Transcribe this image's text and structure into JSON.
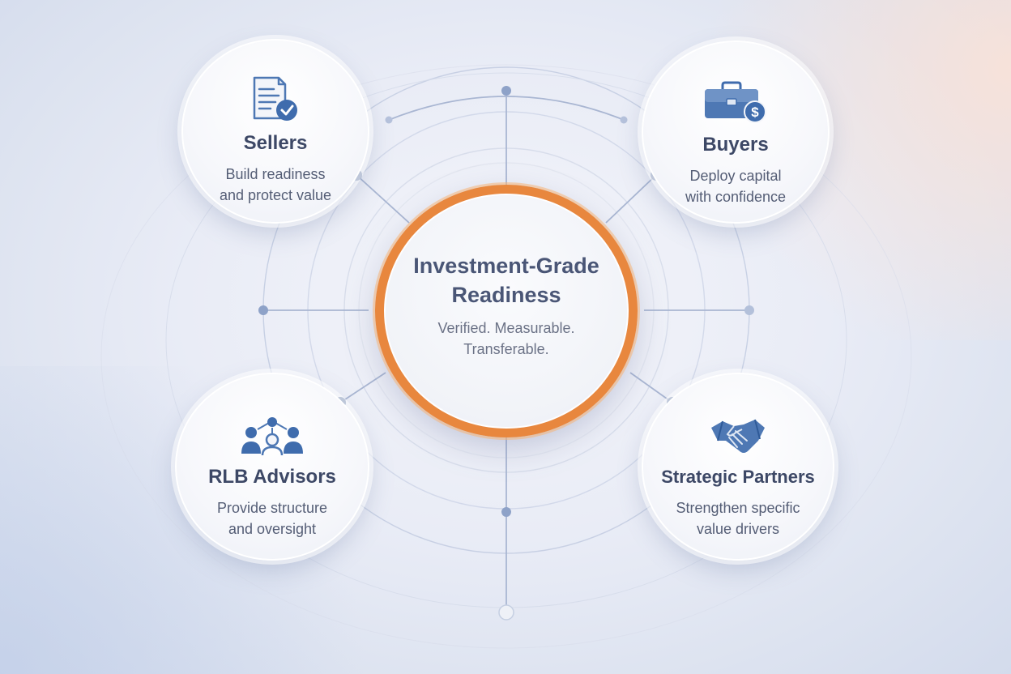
{
  "center": {
    "title": "Investment-Grade Readiness",
    "subtitle": "Verified. Measurable. Transferable."
  },
  "nodes": {
    "sellers": {
      "title": "Sellers",
      "description": "Build readiness\nand protect value",
      "icon": "document-check-icon"
    },
    "buyers": {
      "title": "Buyers",
      "description": "Deploy capital\nwith confidence",
      "icon": "briefcase-dollar-icon"
    },
    "advisors": {
      "title": "RLB Advisors",
      "description": "Provide structure\nand oversight",
      "icon": "team-network-icon"
    },
    "partners": {
      "title": "Strategic Partners",
      "description": "Strengthen specific\nvalue drivers",
      "icon": "handshake-icon"
    }
  },
  "colors": {
    "accent_orange": "#e8873e",
    "icon_blue": "#4e78b4",
    "title_text": "#3d4866",
    "body_text": "#545d75",
    "line": "#a9b6d2"
  }
}
